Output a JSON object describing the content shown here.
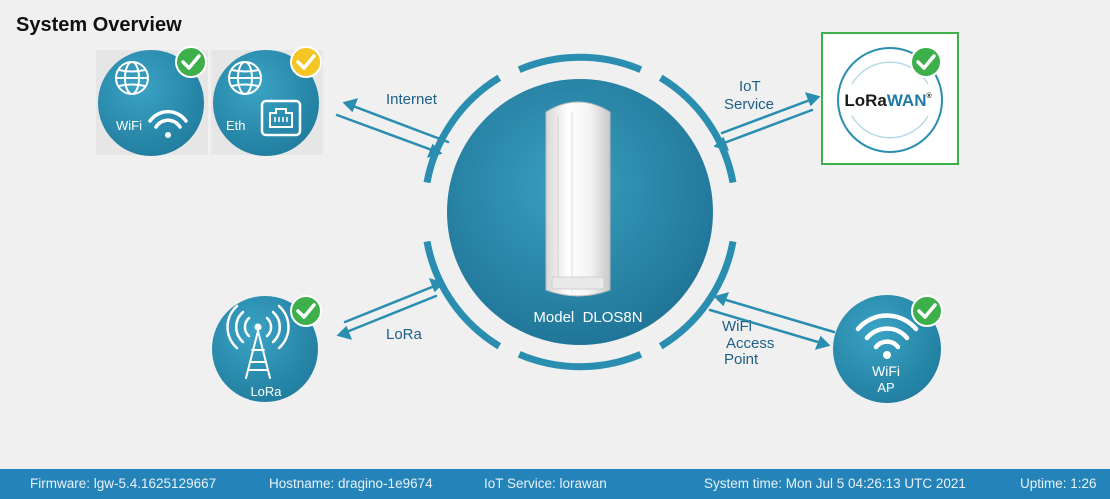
{
  "page": {
    "title": "System Overview"
  },
  "device": {
    "model_label": "Model  DLOS8N"
  },
  "nodes": {
    "wifi": {
      "label": "WiFi",
      "status": "ok"
    },
    "eth": {
      "label": "Eth",
      "status": "warning"
    },
    "lorawan": {
      "logo_text_lora": "LoRa",
      "logo_text_wan": "WAN",
      "logo_mark": "®",
      "status": "ok"
    },
    "lora": {
      "label": "LoRa",
      "status": "ok"
    },
    "wifi_ap": {
      "label_line1": "WiFi",
      "label_line2": "AP",
      "status": "ok"
    }
  },
  "links": {
    "internet": {
      "label": "Internet"
    },
    "iot_service": {
      "label_line1": "IoT",
      "label_line2": "Service"
    },
    "lora": {
      "label": "LoRa"
    },
    "wifi_ap": {
      "label_line1": "WiFi",
      "label_line2": "Access",
      "label_line3": "Point"
    }
  },
  "colors": {
    "teal": "#2a8eb0",
    "ok": "#3daf4b",
    "warning": "#f3c623",
    "status_bar": "#2484b9",
    "highlight_border": "#3daf4b"
  },
  "status_bar": {
    "firmware": "Firmware: lgw-5.4.1625129667",
    "hostname": "Hostname: dragino-1e9674",
    "iot_service": "IoT Service: lorawan",
    "system_time": "System time: Mon Jul 5 04:26:13 UTC 2021",
    "uptime": "Uptime: 1:26"
  }
}
